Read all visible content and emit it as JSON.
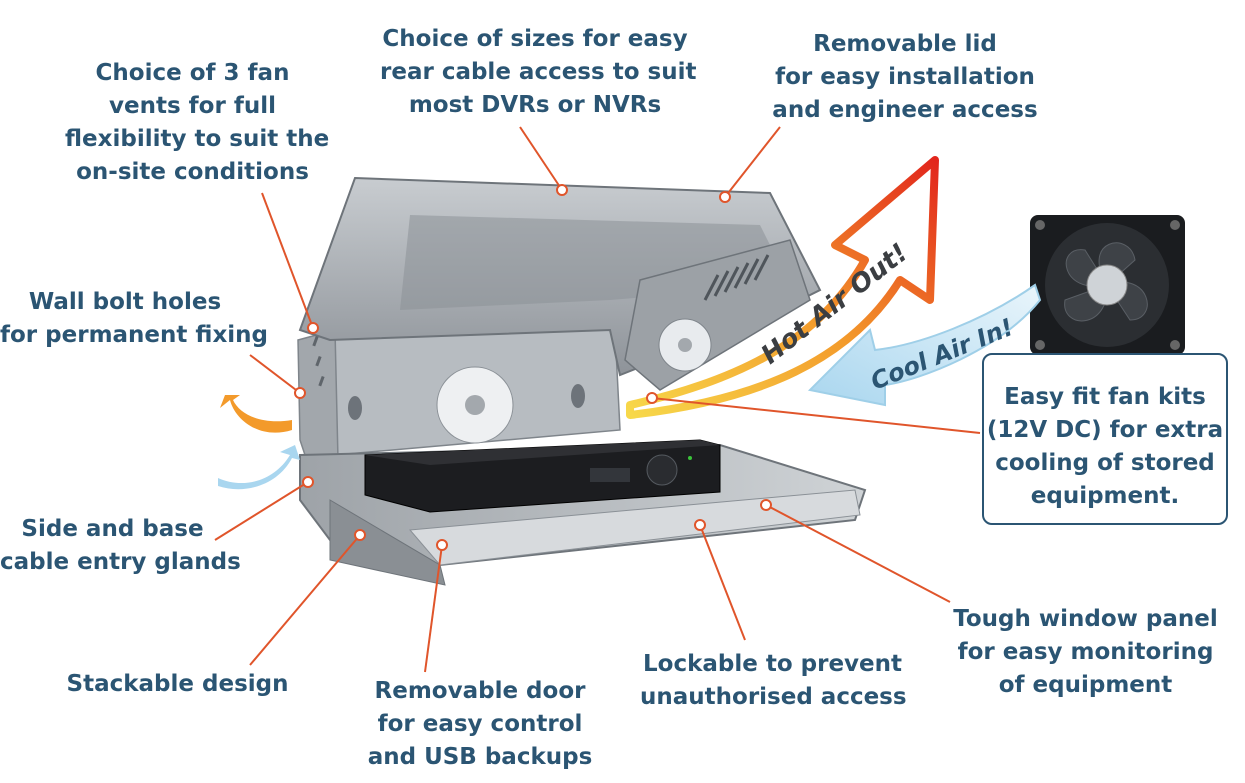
{
  "callouts": {
    "fan_vents": [
      "Choice of 3 fan",
      "vents for full",
      "flexibility to suit the",
      "on-site conditions"
    ],
    "sizes": [
      "Choice of sizes for easy",
      "rear cable access to suit",
      "most DVRs or NVRs"
    ],
    "lid": [
      "Removable lid",
      "for easy installation",
      "and engineer access"
    ],
    "wall_bolt": [
      "Wall bolt holes",
      "for permanent fixing"
    ],
    "cable_glands": [
      "Side and base",
      "cable entry glands"
    ],
    "stackable": [
      "Stackable design"
    ],
    "door": [
      "Removable door",
      "for easy control",
      "and USB backups"
    ],
    "lockable": [
      "Lockable to prevent",
      "unauthorised access"
    ],
    "window": [
      "Tough window panel",
      "for easy monitoring",
      "of equipment"
    ],
    "fan_kits": [
      "Easy fit fan kits",
      "(12V DC) for extra",
      "cooling of stored",
      "equipment."
    ]
  },
  "arrows": {
    "hot_air": "Hot Air Out!",
    "cool_air": "Cool Air In!"
  },
  "colors": {
    "text": "#2b5573",
    "leader": "#e0552b",
    "hot": "#e63a1f",
    "cool": "#b9dff2",
    "metal": "#a9adb2"
  }
}
